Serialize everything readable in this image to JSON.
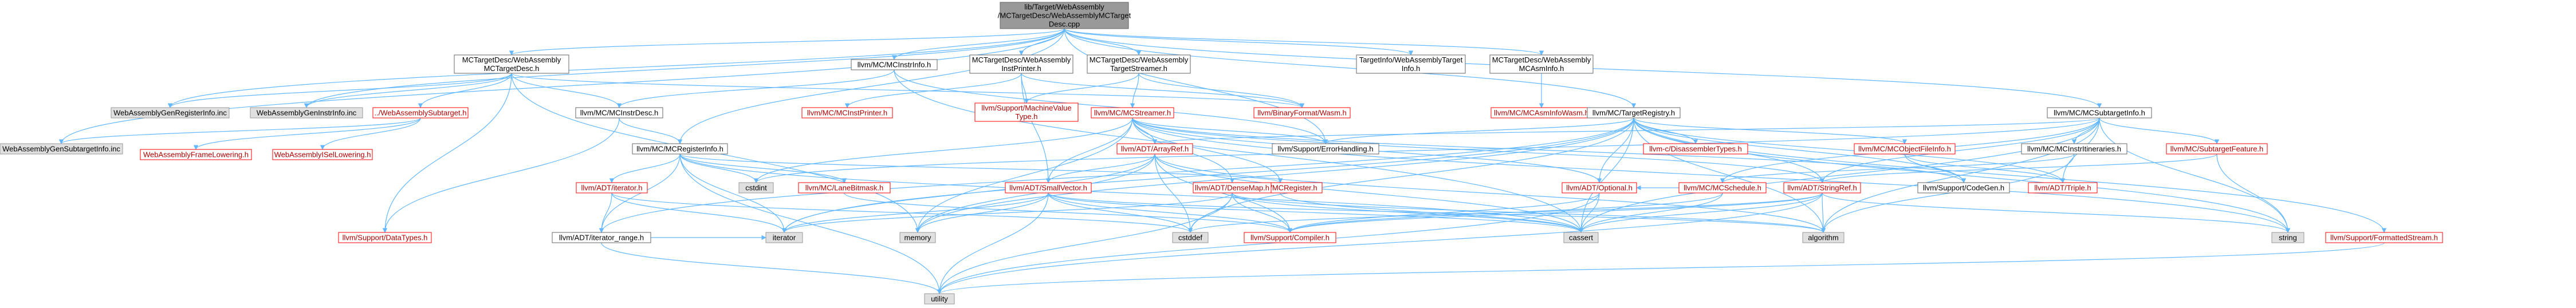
{
  "nodes": [
    {
      "id": "root",
      "label": "lib/Target/WebAssembly\n/MCTargetDesc/WebAssemblyMCTarget\nDesc.cpp",
      "kind": "root"
    },
    {
      "id": "mctd_h",
      "label": "MCTargetDesc/WebAssembly\nMCTargetDesc.h",
      "kind": "plain"
    },
    {
      "id": "instrinfo_h",
      "label": "llvm/MC/MCInstrInfo.h",
      "kind": "plain"
    },
    {
      "id": "instprinter_h",
      "label": "MCTargetDesc/WebAssembly\nInstPrinter.h",
      "kind": "plain"
    },
    {
      "id": "streamer_h",
      "label": "MCTargetDesc/WebAssembly\nTargetStreamer.h",
      "kind": "plain"
    },
    {
      "id": "targetinfo_h",
      "label": "TargetInfo/WebAssemblyTarget\nInfo.h",
      "kind": "plain"
    },
    {
      "id": "asminfo_h",
      "label": "MCTargetDesc/WebAssembly\nMCAsmInfo.h",
      "kind": "plain"
    },
    {
      "id": "subtargetinfo_h",
      "label": "llvm/MC/MCSubtargetInfo.h",
      "kind": "plain"
    },
    {
      "id": "genregisterinfo",
      "label": "WebAssemblyGenRegisterInfo.inc",
      "kind": "gray"
    },
    {
      "id": "geninstrinfo",
      "label": "WebAssemblyGenInstrInfo.inc",
      "kind": "gray"
    },
    {
      "id": "wasmsubtarget",
      "label": "../WebAssemblySubtarget.h",
      "kind": "red"
    },
    {
      "id": "instrdesc_h",
      "label": "llvm/MC/MCInstrDesc.h",
      "kind": "plain"
    },
    {
      "id": "mcinstprinter",
      "label": "llvm/MC/MCInstPrinter.h",
      "kind": "red"
    },
    {
      "id": "machinevaluetype",
      "label": "llvm/Support/MachineValue\nType.h",
      "kind": "red"
    },
    {
      "id": "mcstreamer",
      "label": "llvm/MC/MCStreamer.h",
      "kind": "red"
    },
    {
      "id": "binaryformat",
      "label": "llvm/BinaryFormat/Wasm.h",
      "kind": "red"
    },
    {
      "id": "mcasminfowasm",
      "label": "llvm/MC/MCAsmInfoWasm.h",
      "kind": "red"
    },
    {
      "id": "targetregistry",
      "label": "llvm/MC/TargetRegistry.h",
      "kind": "plain"
    },
    {
      "id": "gensubtargetinfo",
      "label": "WebAssemblyGenSubtargetInfo.inc",
      "kind": "gray"
    },
    {
      "id": "framelowering",
      "label": "WebAssemblyFrameLowering.h",
      "kind": "red"
    },
    {
      "id": "isellowering",
      "label": "WebAssemblyISelLowering.h",
      "kind": "red"
    },
    {
      "id": "registerinfo_h",
      "label": "llvm/MC/MCRegisterInfo.h",
      "kind": "plain"
    },
    {
      "id": "arrayref",
      "label": "llvm/ADT/ArrayRef.h",
      "kind": "red"
    },
    {
      "id": "errorhandling",
      "label": "llvm/Support/ErrorHandling.h",
      "kind": "plain"
    },
    {
      "id": "disassembler",
      "label": "llvm-c/DisassemblerTypes.h",
      "kind": "red"
    },
    {
      "id": "objectfileinfo",
      "label": "llvm/MC/MCObjectFileInfo.h",
      "kind": "red"
    },
    {
      "id": "instrinineraries",
      "label": "llvm/MC/MCInstrItineraries.h",
      "kind": "plain"
    },
    {
      "id": "subtargetfeature",
      "label": "llvm/MC/SubtargetFeature.h",
      "kind": "red"
    },
    {
      "id": "cstdint",
      "label": "cstdint",
      "kind": "gray"
    },
    {
      "id": "lanebitmask",
      "label": "llvm/MC/LaneBitmask.h",
      "kind": "red"
    },
    {
      "id": "mcregister",
      "label": "llvm/MC/MCRegister.h",
      "kind": "red"
    },
    {
      "id": "optional",
      "label": "llvm/ADT/Optional.h",
      "kind": "red"
    },
    {
      "id": "codegen",
      "label": "llvm/Support/CodeGen.h",
      "kind": "plain"
    },
    {
      "id": "triple",
      "label": "llvm/ADT/Triple.h",
      "kind": "red"
    },
    {
      "id": "iterator_h",
      "label": "llvm/ADT/iterator.h",
      "kind": "red"
    },
    {
      "id": "smallvector",
      "label": "llvm/ADT/SmallVector.h",
      "kind": "red"
    },
    {
      "id": "densemap",
      "label": "llvm/ADT/DenseMap.h",
      "kind": "red"
    },
    {
      "id": "mcschedule",
      "label": "llvm/MC/MCSchedule.h",
      "kind": "red"
    },
    {
      "id": "stringref",
      "label": "llvm/ADT/StringRef.h",
      "kind": "red"
    },
    {
      "id": "formattedstream",
      "label": "llvm/Support/FormattedStream.h",
      "kind": "red"
    },
    {
      "id": "datatypes",
      "label": "llvm/Support/DataTypes.h",
      "kind": "red"
    },
    {
      "id": "iterator_range",
      "label": "llvm/ADT/iterator_range.h",
      "kind": "plain"
    },
    {
      "id": "iterator",
      "label": "iterator",
      "kind": "gray"
    },
    {
      "id": "memory",
      "label": "memory",
      "kind": "gray"
    },
    {
      "id": "cstddef",
      "label": "cstddef",
      "kind": "gray"
    },
    {
      "id": "compiler",
      "label": "llvm/Support/Compiler.h",
      "kind": "red"
    },
    {
      "id": "cassert",
      "label": "cassert",
      "kind": "gray"
    },
    {
      "id": "algorithm",
      "label": "algorithm",
      "kind": "gray"
    },
    {
      "id": "string",
      "label": "string",
      "kind": "gray"
    },
    {
      "id": "utility",
      "label": "utility",
      "kind": "gray"
    }
  ],
  "edges": [
    [
      "root",
      "mctd_h"
    ],
    [
      "root",
      "instrinfo_h"
    ],
    [
      "root",
      "instprinter_h"
    ],
    [
      "root",
      "streamer_h"
    ],
    [
      "root",
      "targetinfo_h"
    ],
    [
      "root",
      "asminfo_h"
    ],
    [
      "root",
      "subtargetinfo_h"
    ],
    [
      "root",
      "genregisterinfo"
    ],
    [
      "root",
      "geninstrinfo"
    ],
    [
      "root",
      "gensubtargetinfo"
    ],
    [
      "root",
      "registerinfo_h"
    ],
    [
      "root",
      "errorhandling"
    ],
    [
      "root",
      "targetregistry"
    ],
    [
      "mctd_h",
      "binaryformat"
    ],
    [
      "mctd_h",
      "instrdesc_h"
    ],
    [
      "mctd_h",
      "datatypes"
    ],
    [
      "mctd_h",
      "memory"
    ],
    [
      "mctd_h",
      "genregisterinfo"
    ],
    [
      "mctd_h",
      "geninstrinfo"
    ],
    [
      "mctd_h",
      "wasmsubtarget"
    ],
    [
      "wasmsubtarget",
      "gensubtargetinfo"
    ],
    [
      "wasmsubtarget",
      "framelowering"
    ],
    [
      "wasmsubtarget",
      "isellowering"
    ],
    [
      "instrinfo_h",
      "instrdesc_h"
    ],
    [
      "instrinfo_h",
      "errorhandling"
    ],
    [
      "instrinfo_h",
      "cassert"
    ],
    [
      "instrdesc_h",
      "registerinfo_h"
    ],
    [
      "instrdesc_h",
      "datatypes"
    ],
    [
      "instprinter_h",
      "mcinstprinter"
    ],
    [
      "instprinter_h",
      "binaryformat"
    ],
    [
      "instprinter_h",
      "machinevaluetype"
    ],
    [
      "instprinter_h",
      "smallvector"
    ],
    [
      "streamer_h",
      "binaryformat"
    ],
    [
      "streamer_h",
      "machinevaluetype"
    ],
    [
      "streamer_h",
      "mcstreamer"
    ],
    [
      "asminfo_h",
      "mcasminfowasm"
    ],
    [
      "mcstreamer",
      "arrayref"
    ],
    [
      "mcstreamer",
      "densemap"
    ],
    [
      "mcstreamer",
      "optional"
    ],
    [
      "mcstreamer",
      "smallvector"
    ],
    [
      "mcstreamer",
      "stringref"
    ],
    [
      "mcstreamer",
      "errorhandling"
    ],
    [
      "mcstreamer",
      "cstdint"
    ],
    [
      "mcstreamer",
      "memory"
    ],
    [
      "mcstreamer",
      "string"
    ],
    [
      "mcstreamer",
      "mcregister"
    ],
    [
      "mcstreamer",
      "codegen"
    ],
    [
      "registerinfo_h",
      "iterator_h"
    ],
    [
      "registerinfo_h",
      "iterator_range"
    ],
    [
      "registerinfo_h",
      "lanebitmask"
    ],
    [
      "registerinfo_h",
      "mcregister"
    ],
    [
      "registerinfo_h",
      "cassert"
    ],
    [
      "registerinfo_h",
      "cstdint"
    ],
    [
      "registerinfo_h",
      "iterator"
    ],
    [
      "registerinfo_h",
      "utility"
    ],
    [
      "iterator_h",
      "iterator_range"
    ],
    [
      "iterator_h",
      "cstddef"
    ],
    [
      "iterator_h",
      "iterator"
    ],
    [
      "iterator_range",
      "iterator"
    ],
    [
      "iterator_range",
      "utility"
    ],
    [
      "targetregistry",
      "disassembler"
    ],
    [
      "targetregistry",
      "objectfileinfo"
    ],
    [
      "targetregistry",
      "triple"
    ],
    [
      "targetregistry",
      "stringref"
    ],
    [
      "targetregistry",
      "codegen"
    ],
    [
      "targetregistry",
      "errorhandling"
    ],
    [
      "targetregistry",
      "formattedstream"
    ],
    [
      "targetregistry",
      "iterator_range"
    ],
    [
      "targetregistry",
      "algorithm"
    ],
    [
      "targetregistry",
      "cassert"
    ],
    [
      "targetregistry",
      "cstddef"
    ],
    [
      "targetregistry",
      "iterator"
    ],
    [
      "targetregistry",
      "memory"
    ],
    [
      "targetregistry",
      "string"
    ],
    [
      "targetregistry",
      "optional"
    ],
    [
      "subtargetinfo_h",
      "arrayref"
    ],
    [
      "subtargetinfo_h",
      "stringref"
    ],
    [
      "subtargetinfo_h",
      "triple"
    ],
    [
      "subtargetinfo_h",
      "instrinineraries"
    ],
    [
      "subtargetinfo_h",
      "mcschedule"
    ],
    [
      "subtargetinfo_h",
      "subtargetfeature"
    ],
    [
      "subtargetinfo_h",
      "algorithm"
    ],
    [
      "subtargetinfo_h",
      "cassert"
    ],
    [
      "subtargetinfo_h",
      "cstdint"
    ],
    [
      "subtargetinfo_h",
      "string"
    ],
    [
      "instrinineraries",
      "mcschedule"
    ],
    [
      "instrinineraries",
      "algorithm"
    ],
    [
      "subtargetfeature",
      "stringref"
    ],
    [
      "subtargetfeature",
      "string"
    ],
    [
      "arrayref",
      "smallvector"
    ],
    [
      "arrayref",
      "compiler"
    ],
    [
      "arrayref",
      "algorithm"
    ],
    [
      "arrayref",
      "cassert"
    ],
    [
      "arrayref",
      "cstddef"
    ],
    [
      "arrayref",
      "iterator"
    ],
    [
      "arrayref",
      "memory"
    ],
    [
      "smallvector",
      "compiler"
    ],
    [
      "smallvector",
      "utility"
    ],
    [
      "smallvector",
      "memory"
    ],
    [
      "smallvector",
      "iterator"
    ],
    [
      "smallvector",
      "cstddef"
    ],
    [
      "smallvector",
      "cassert"
    ],
    [
      "smallvector",
      "algorithm"
    ],
    [
      "densemap",
      "compiler"
    ],
    [
      "densemap",
      "cassert"
    ],
    [
      "densemap",
      "cstddef"
    ],
    [
      "densemap",
      "utility"
    ],
    [
      "densemap",
      "iterator"
    ],
    [
      "densemap",
      "algorithm"
    ],
    [
      "optional",
      "compiler"
    ],
    [
      "optional",
      "cassert"
    ],
    [
      "optional",
      "utility"
    ],
    [
      "mcschedule",
      "optional"
    ],
    [
      "mcschedule",
      "cassert"
    ],
    [
      "mcschedule",
      "compiler"
    ],
    [
      "stringref",
      "compiler"
    ],
    [
      "stringref",
      "algorithm"
    ],
    [
      "stringref",
      "cassert"
    ],
    [
      "stringref",
      "cstddef"
    ],
    [
      "stringref",
      "string"
    ],
    [
      "stringref",
      "utility"
    ],
    [
      "objectfileinfo",
      "codegen"
    ],
    [
      "objectfileinfo",
      "triple"
    ],
    [
      "formattedstream",
      "utility"
    ],
    [
      "mcregister",
      "cassert"
    ],
    [
      "mcregister",
      "densemap"
    ],
    [
      "lanebitmask",
      "compiler"
    ]
  ]
}
